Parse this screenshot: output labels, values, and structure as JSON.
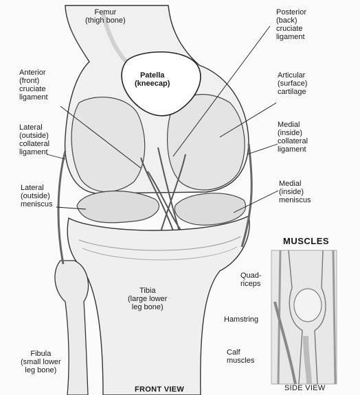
{
  "labels": {
    "femur": "Femur\n(thigh bone)",
    "patella": "Patella\n(kneecap)",
    "posterior_cruciate": "Posterior\n(back)\ncruciate\nligament",
    "anterior_cruciate": "Anterior\n(front)\ncruciate\nligament",
    "articular_cartilage": "Articular\n(surface)\ncartilage",
    "lateral_collateral": "Lateral\n(outside)\ncollateral\nligament",
    "medial_collateral": "Medial\n(inside)\ncollateral\nligament",
    "lateral_meniscus": "Lateral\n(outside)\nmeniscus",
    "medial_meniscus": "Medial\n(inside)\nmeniscus",
    "tibia": "Tibia\n(large lower\nleg bone)",
    "fibula": "Fibula\n(small lower\nleg bone)",
    "quadriceps": "Quad-\nriceps",
    "hamstring": "Hamstring",
    "calf_muscles": "Calf\nmuscles"
  },
  "headings": {
    "muscles": "MUSCLES",
    "front_view": "FRONT VIEW",
    "side_view": "SIDE VIEW"
  },
  "colors": {
    "bone_fill": "#efefef",
    "line": "#1a1a1a",
    "shade": "#c9c9c9"
  }
}
